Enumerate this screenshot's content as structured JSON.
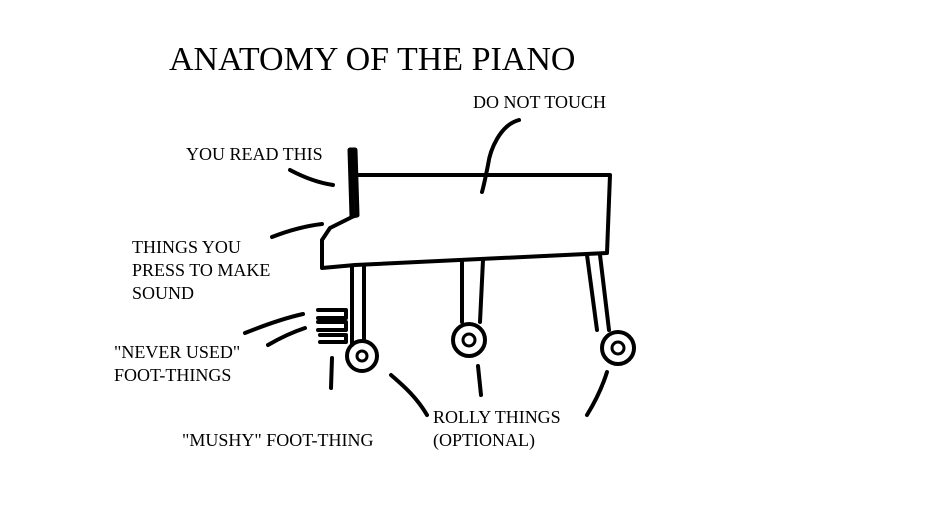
{
  "title": "ANATOMY OF THE PIANO",
  "labels": {
    "do_not_touch": "DO NOT TOUCH",
    "you_read_this": "YOU READ THIS",
    "keys": [
      "THINGS YOU",
      "PRESS TO MAKE",
      "SOUND"
    ],
    "never_used": [
      "\"NEVER USED\"",
      "FOOT-THINGS"
    ],
    "mushy": "\"MUSHY\" FOOT-THING",
    "rolly": [
      "ROLLY THINGS",
      "(OPTIONAL)"
    ]
  }
}
